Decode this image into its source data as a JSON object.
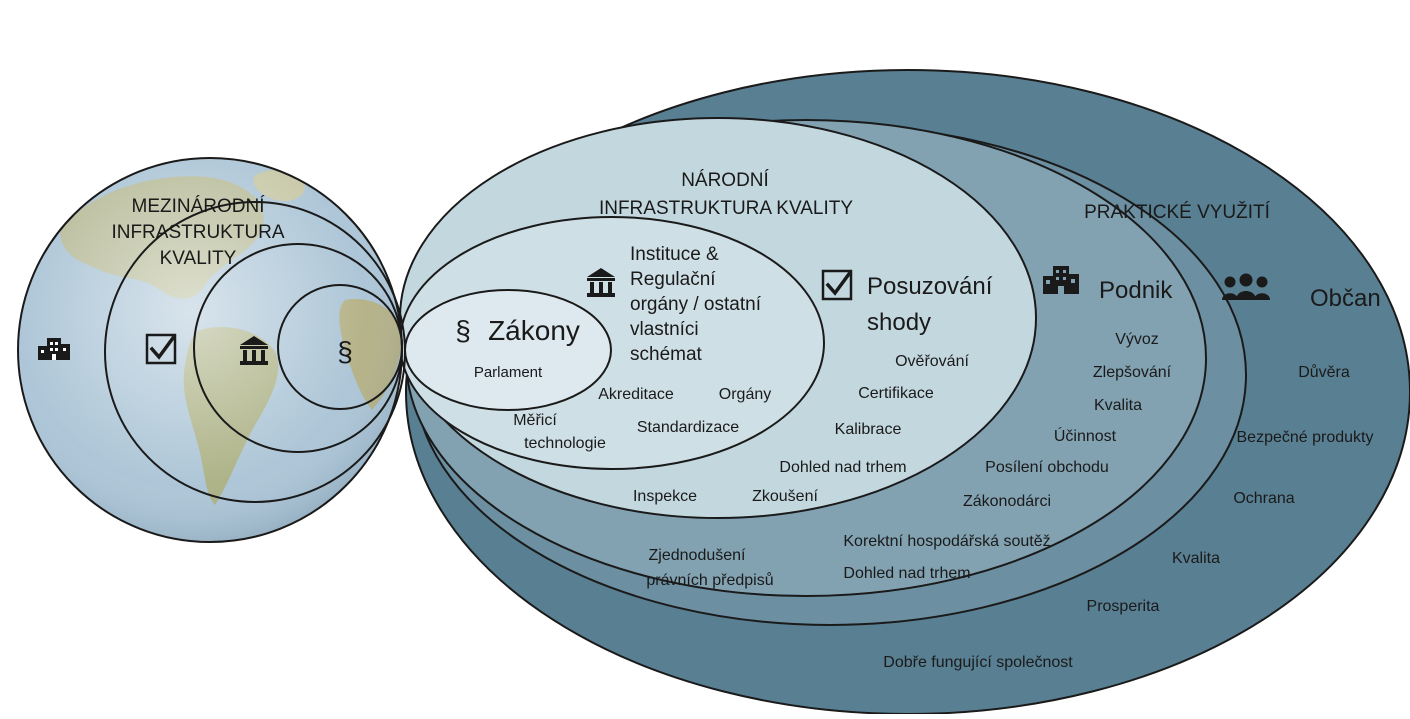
{
  "international": {
    "title_lines": [
      "MEZINÁRODNÍ",
      "INFRASTRUKTURA",
      "KVALITY"
    ],
    "icons": [
      "building-icon",
      "checkbox-icon",
      "institution-icon",
      "paragraph-icon"
    ],
    "paragraph_symbol": "§"
  },
  "national": {
    "title_lines": [
      "NÁRODNÍ",
      "INFRASTRUKTURA KVALITY"
    ],
    "laws": {
      "symbol": "§",
      "label": "Zákony",
      "sub": "Parlament"
    },
    "institutions": {
      "lines": [
        "Instituce &",
        "Regulační",
        "orgány / ostatní",
        "vlastníci",
        "schémat"
      ]
    },
    "conformity": {
      "lines": [
        "Posuzování",
        "shody"
      ]
    },
    "items": {
      "accreditation": "Akreditace",
      "bodies": "Orgány",
      "metrology_1": "Měřicí",
      "metrology_2": "technologie",
      "standardization": "Standardizace",
      "verification": "Ověřování",
      "certification": "Certifikace",
      "calibration": "Kalibrace",
      "market_surveillance": "Dohled nad trhem",
      "inspection": "Inspekce",
      "testing": "Zkoušení"
    }
  },
  "practical": {
    "title": "PRAKTICKÉ VYUŽITÍ",
    "business": {
      "label": "Podnik",
      "items": [
        "Vývoz",
        "Zlepšování",
        "Kvalita",
        "Účinnost",
        "Posílení obchodu",
        "Zákonodárci"
      ]
    },
    "citizen": {
      "label": "Občan",
      "items": [
        "Důvěra",
        "Bezpečné produkty",
        "Ochrana",
        "Kvalita",
        "Prosperita"
      ]
    },
    "outer_items": {
      "fair_competition": "Korektní hospodářská soutěž",
      "market_surveillance": "Dohled nad trhem",
      "simplification_1": "Zjednodušení",
      "simplification_2": "právních předpisů",
      "society": "Dobře fungující společnost"
    }
  },
  "colors": {
    "outer_ring": "#597f92",
    "ring2": "#6c8fa1",
    "ring3": "#82a2b2",
    "national_fill": "#c3d7df",
    "laws_fill": "#dde9ee",
    "globe_ocean": "#a9c3d5",
    "globe_land": "#b7b68c",
    "stroke": "#1a1a1a"
  }
}
